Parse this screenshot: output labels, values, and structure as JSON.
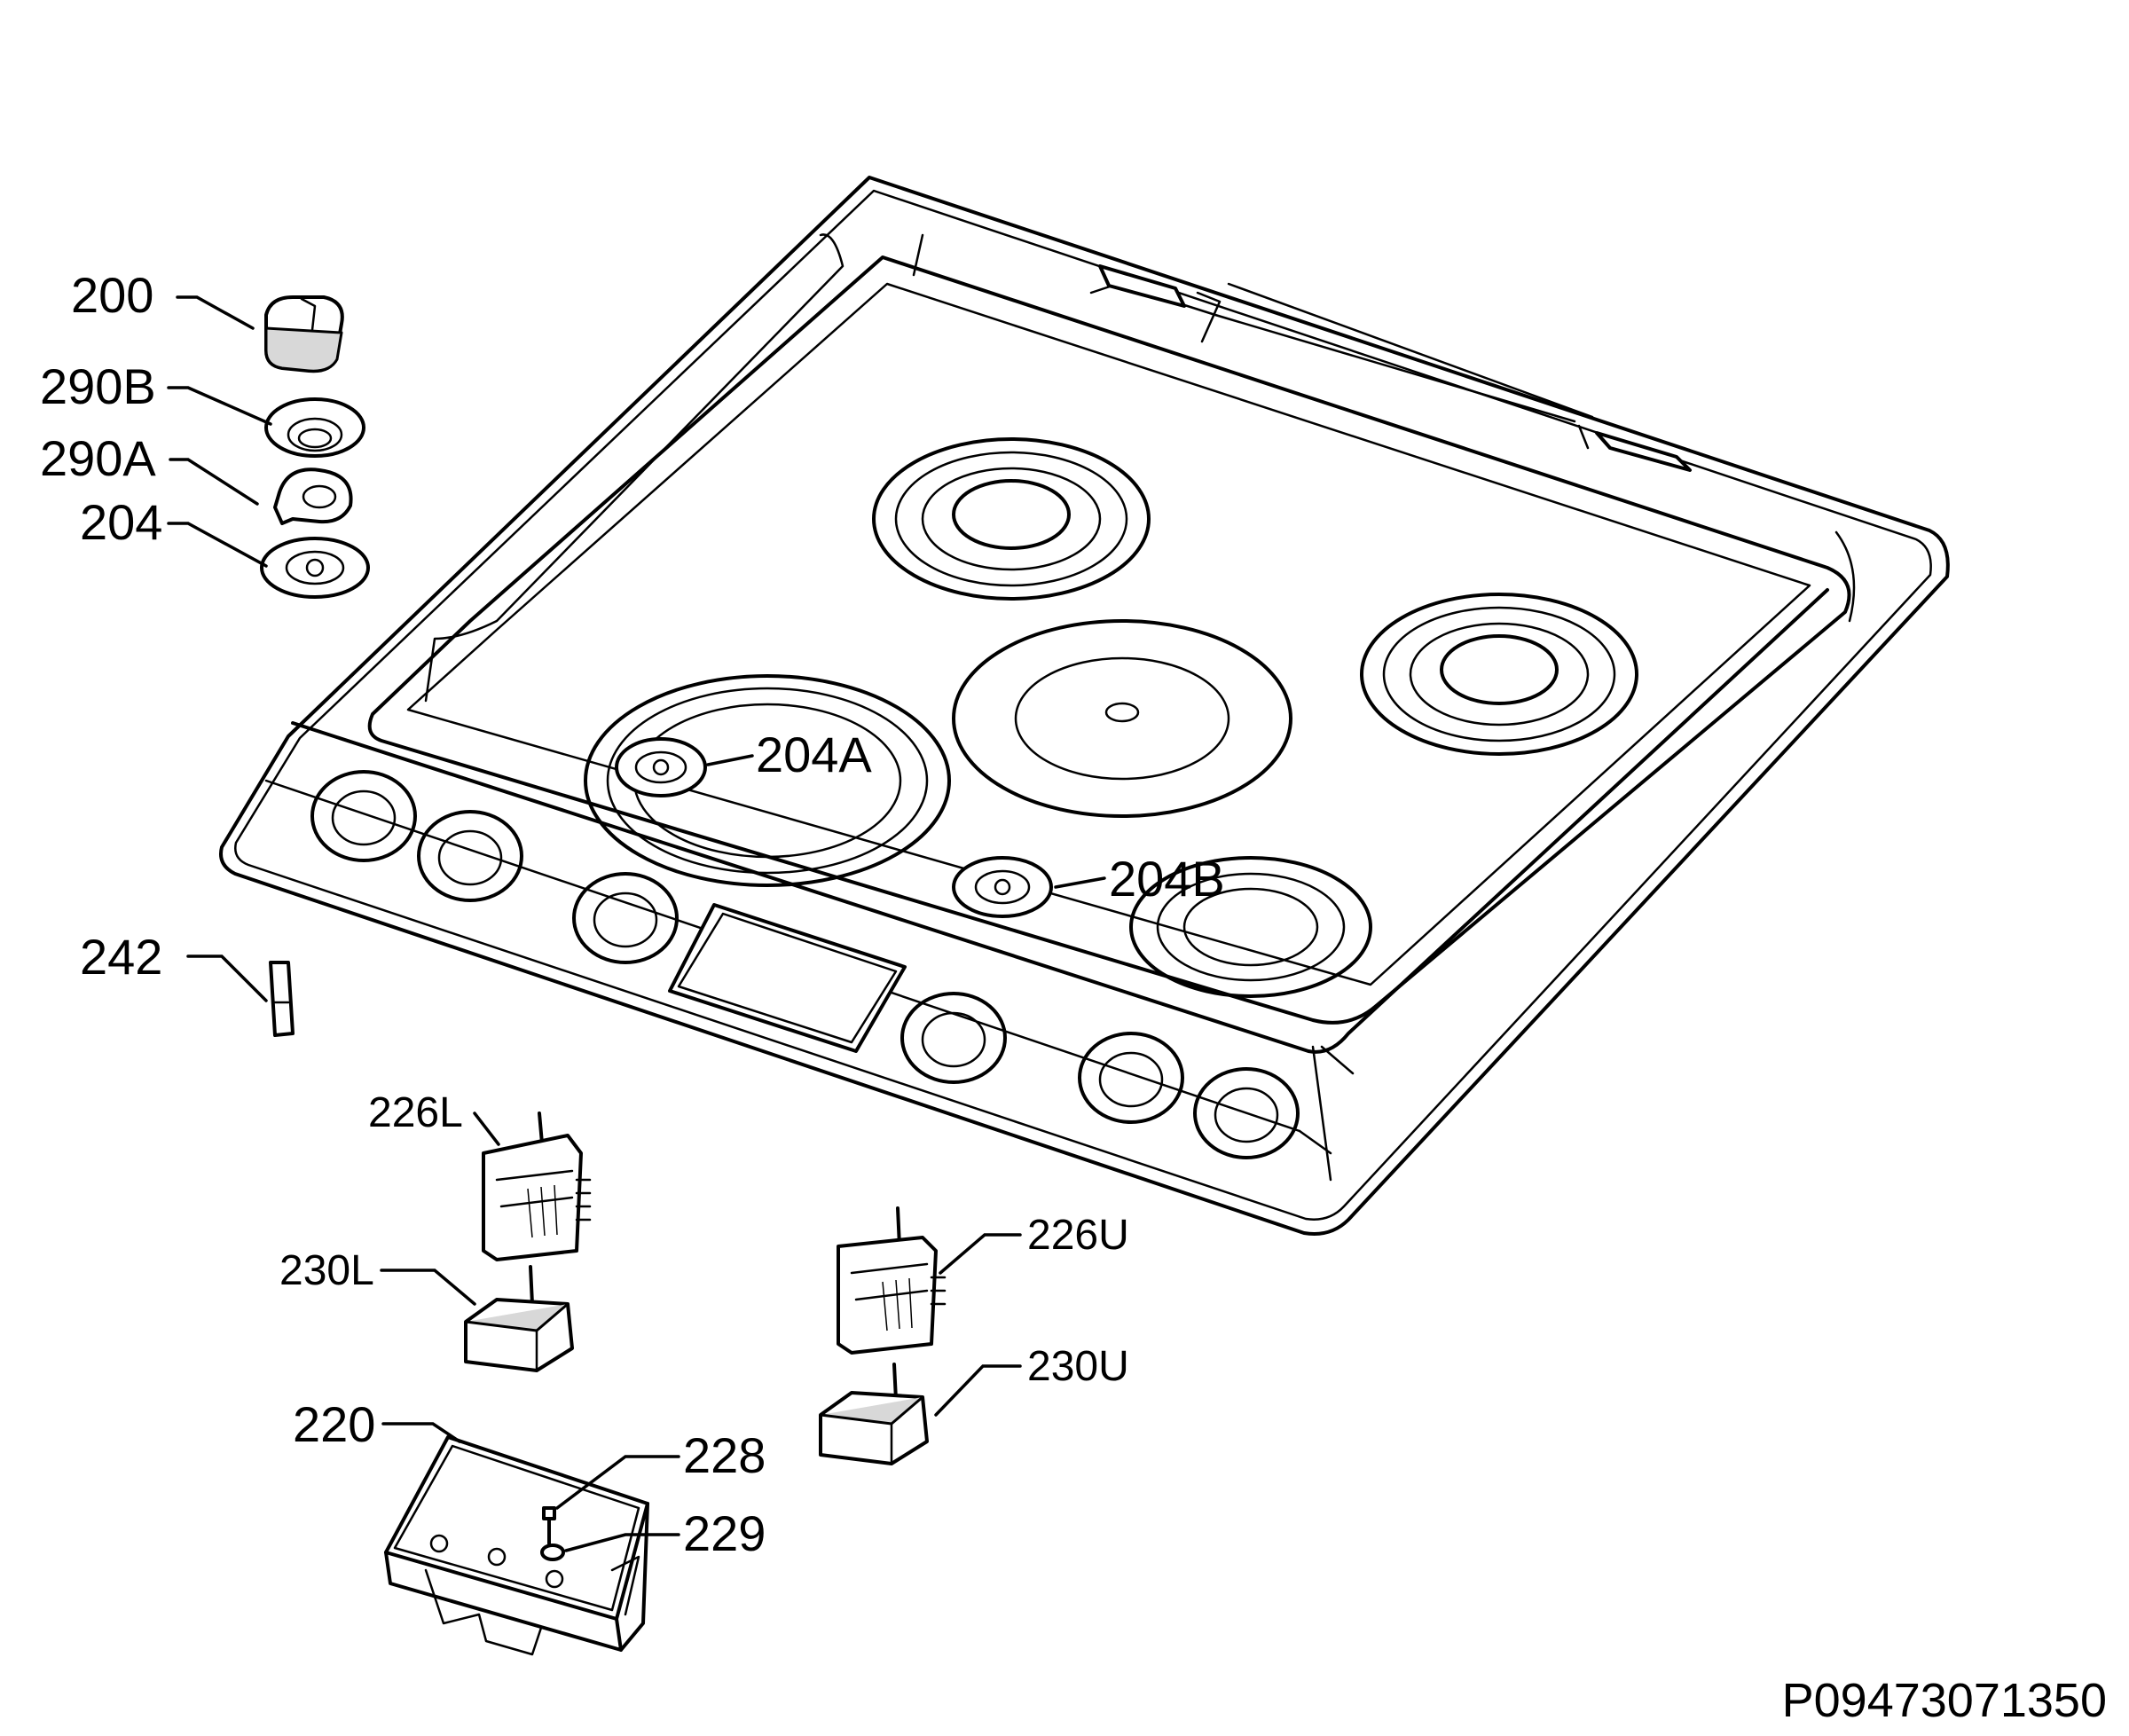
{
  "labels": {
    "l200": "200",
    "l290B": "290B",
    "l290A": "290A",
    "l204": "204",
    "l204A": "204A",
    "l204B": "204B",
    "l242": "242",
    "l226L": "226L",
    "l230L": "230L",
    "l226U": "226U",
    "l230U": "230U",
    "l220": "220",
    "l228": "228",
    "l229": "229"
  },
  "document_id": "P09473071350"
}
